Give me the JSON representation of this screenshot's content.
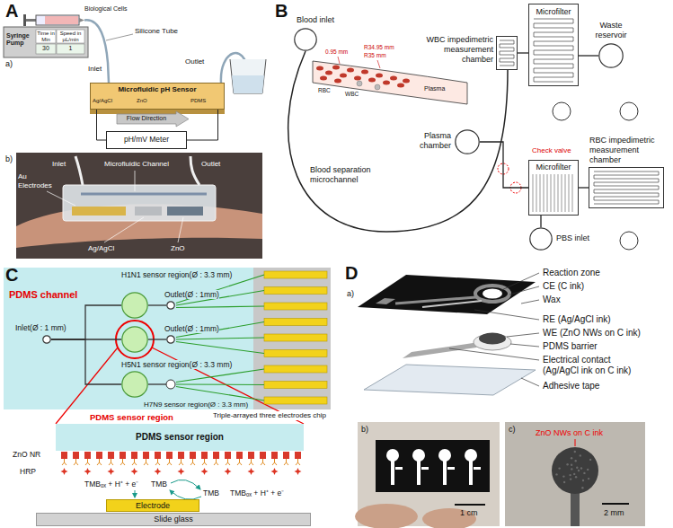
{
  "diagram": {
    "nodes": [
      {
        "text": [
          "Syringe Pump"
        ]
      },
      {
        "text": [
          "Microfluidic pH Sensor"
        ]
      },
      {
        "text": [
          "pH/mV Meter"
        ]
      },
      {
        "text": [
          "Blood inlet"
        ]
      },
      {
        "text": [
          "WBC impedimetric measurement chamber"
        ]
      },
      {
        "text": [
          "Microfilter"
        ]
      },
      {
        "text": [
          "Waste reservoir"
        ]
      },
      {
        "text": [
          "Plasma chamber"
        ]
      },
      {
        "text": [
          "Microfilter"
        ]
      },
      {
        "text": [
          "RBC impedimetric measurement chamber"
        ]
      },
      {
        "text": [
          "PBS inlet"
        ]
      },
      {
        "text": [
          "Inlet(Ø : 1 mm)"
        ]
      },
      {
        "text": [
          "H1N1 sensor region(Ø : 3.3 mm)"
        ]
      },
      {
        "text": [
          "Outlet(Ø : 1mm)"
        ]
      },
      {
        "text": [
          "H5N1 sensor region(Ø : 3.3 mm)"
        ]
      },
      {
        "text": [
          "Outlet(Ø : 1mm)"
        ]
      },
      {
        "text": [
          "H7N9 sensor region(Ø : 3.3 mm)"
        ]
      },
      {
        "text": [
          "PDMS sensor region"
        ]
      },
      {
        "text": [
          "Electrode"
        ]
      },
      {
        "text": [
          "Slide glass"
        ]
      }
    ],
    "edges": [
      {
        "from": 1,
        "to": 2,
        "arrow": "none"
      },
      {
        "from": 1,
        "to": 2,
        "arrow": "none"
      },
      {
        "from": 4,
        "to": 5,
        "arrow": "none"
      },
      {
        "from": 5,
        "to": 6,
        "arrow": "none"
      },
      {
        "from": 7,
        "to": 8,
        "arrow": "none"
      },
      {
        "from": 8,
        "to": 9,
        "arrow": "none"
      },
      {
        "from": 10,
        "to": 8,
        "arrow": "none"
      },
      {
        "from": 11,
        "to": 12,
        "arrow": "none"
      },
      {
        "from": 11,
        "to": 14,
        "arrow": "none"
      },
      {
        "from": 11,
        "to": 16,
        "arrow": "none"
      },
      {
        "from": 12,
        "to": 13,
        "arrow": "none"
      },
      {
        "from": 14,
        "to": 15,
        "arrow": "none"
      }
    ],
    "labels": [
      "A",
      "a)",
      "Biological Cells",
      "Time in Min",
      "Speed in µL/min",
      "30",
      "1",
      "Inlet",
      "Silicone Tube",
      "Outlet",
      "Ag/AgCl",
      "ZnO",
      "PDMS",
      "Flow Direction",
      "b)",
      "Inlet",
      "Microfluidic Channel",
      "Outlet",
      "Au Electrodes",
      "Ag/AgCl",
      "ZnO",
      "B",
      "0.95 mm",
      "R34.95 mm",
      "R35 mm",
      "Plasma",
      "RBC",
      "WBC",
      "Check valve",
      "Blood separation microchannel",
      "C",
      "PDMS channel",
      "Triple-arrayed three electrodes chip",
      "PDMS sensor region",
      "ZnO NR",
      "HRP",
      "TMBₒₓ + H⁺ + e⁻",
      "TMB",
      "TMB",
      "TMBₒₓ + H⁺ + e⁻",
      "D",
      "a)",
      "Reaction zone",
      "CE (C ink)",
      "Wax",
      "RE (Ag/AgCl ink)",
      "WE (ZnO NWs on C ink)",
      "PDMS barrier",
      "Electrical contact (Ag/AgCl ink on C ink)",
      "Adhesive tape",
      "b)",
      "1 cm",
      "c)",
      "ZnO NWs on C ink",
      "2 mm"
    ]
  }
}
